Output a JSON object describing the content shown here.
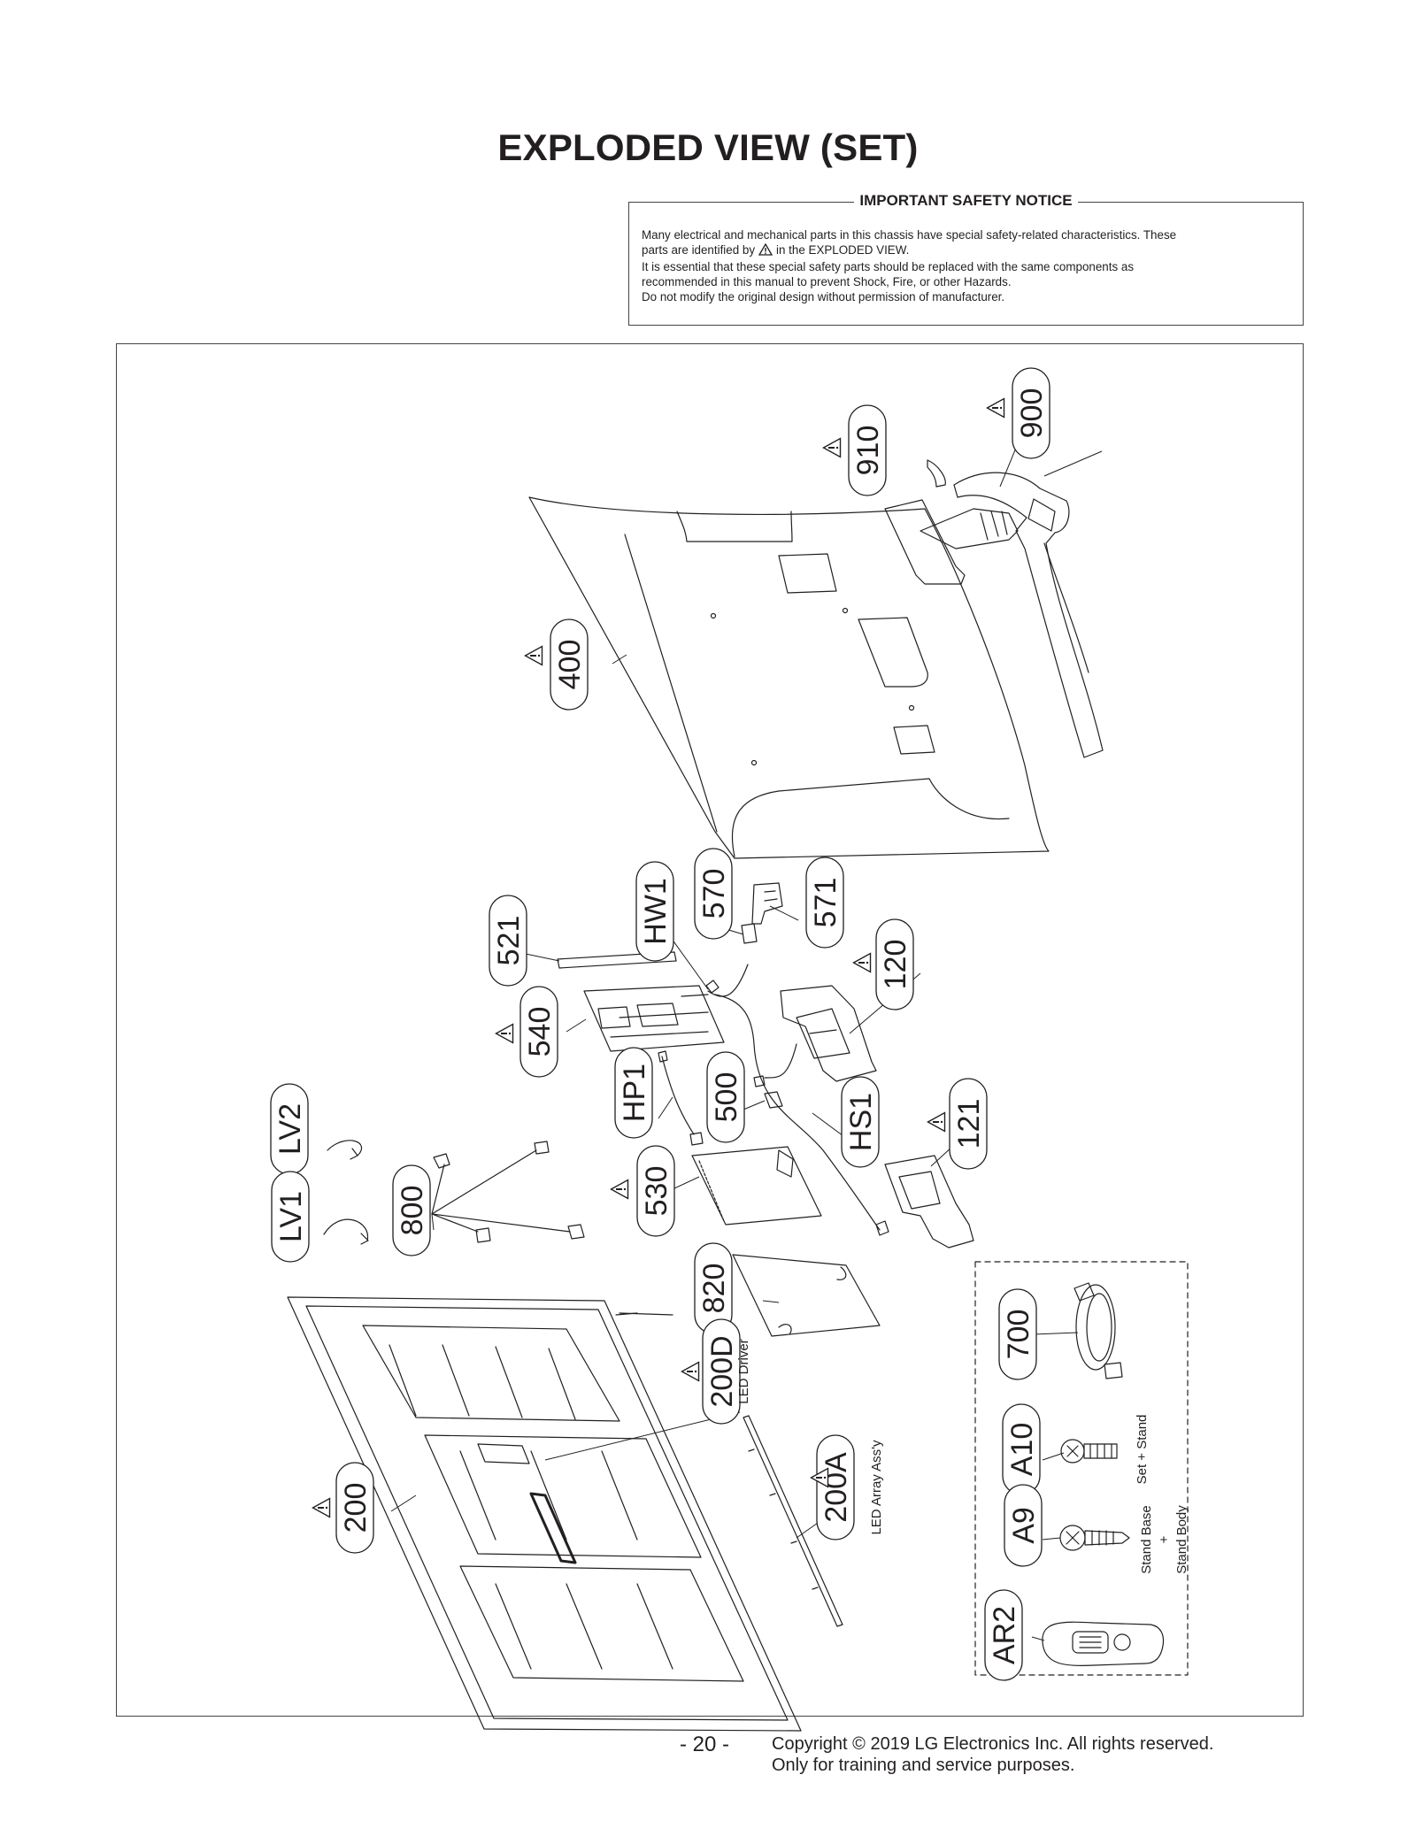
{
  "header": {
    "title": "EXPLODED VIEW (SET)"
  },
  "safety_notice": {
    "title": "IMPORTANT SAFETY NOTICE",
    "line1": "Many electrical and mechanical parts in this chassis have special safety-related characteristics. These",
    "line2a": "parts are identified by",
    "line2b": "in the EXPLODED VIEW.",
    "line3": "It is essential that these special safety parts should be replaced with the same components as",
    "line4": "recommended in this manual to prevent Shock, Fire, or other Hazards.",
    "line5": "Do not modify the original design without permission of manufacturer.",
    "symbol_icon": "warning-triangle-icon"
  },
  "parts": [
    {
      "id": "900",
      "safety": true
    },
    {
      "id": "910",
      "safety": true
    },
    {
      "id": "400",
      "safety": true
    },
    {
      "id": "521",
      "safety": false
    },
    {
      "id": "HW1",
      "safety": false
    },
    {
      "id": "570",
      "safety": false
    },
    {
      "id": "571",
      "safety": false
    },
    {
      "id": "120",
      "safety": true
    },
    {
      "id": "540",
      "safety": true
    },
    {
      "id": "LV2",
      "safety": false
    },
    {
      "id": "HP1",
      "safety": false
    },
    {
      "id": "500",
      "safety": false
    },
    {
      "id": "HS1",
      "safety": false
    },
    {
      "id": "121",
      "safety": true
    },
    {
      "id": "LV1",
      "safety": false
    },
    {
      "id": "800",
      "safety": false
    },
    {
      "id": "530",
      "safety": true
    },
    {
      "id": "820",
      "safety": false
    },
    {
      "id": "700",
      "safety": false
    },
    {
      "id": "200D",
      "safety": true,
      "sub": "LED Driver"
    },
    {
      "id": "A10",
      "safety": false,
      "sub": "Set + Stand"
    },
    {
      "id": "200",
      "safety": true
    },
    {
      "id": "200A",
      "safety": true,
      "sub": "LED Array Ass'y"
    },
    {
      "id": "A9",
      "safety": false,
      "sub": "Stand Base",
      "sub2": "+",
      "sub3": "Stand Body"
    },
    {
      "id": "AR2",
      "safety": false
    }
  ],
  "footer": {
    "page_number": "- 20 -",
    "copyright_line1": "Copyright © 2019 LG Electronics Inc. All rights reserved.",
    "copyright_line2": "Only for training and service purposes."
  }
}
